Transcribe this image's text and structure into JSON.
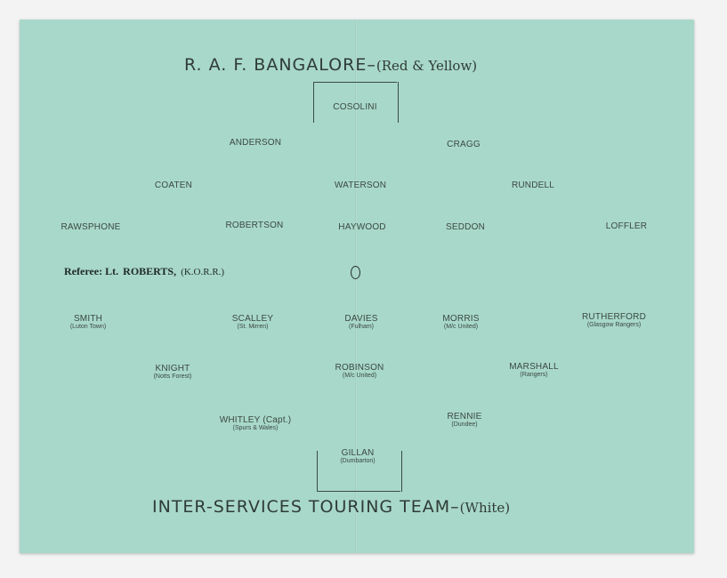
{
  "home_team": {
    "name": "R. A. F.  BANGALORE–",
    "colours": "(Red & Yellow)",
    "players": [
      {
        "id": "goalkeeper",
        "name": "COSOLINI"
      },
      {
        "id": "left-back",
        "name": "ANDERSON"
      },
      {
        "id": "right-back",
        "name": "CRAGG"
      },
      {
        "id": "left-half",
        "name": "COATEN"
      },
      {
        "id": "centre-half",
        "name": "WATERSON"
      },
      {
        "id": "right-half",
        "name": "RUNDELL"
      },
      {
        "id": "outside-right",
        "name": "RAWSPHONE"
      },
      {
        "id": "inside-right",
        "name": "ROBERTSON"
      },
      {
        "id": "centre-forward",
        "name": "HAYWOOD"
      },
      {
        "id": "inside-left",
        "name": "SEDDON"
      },
      {
        "id": "outside-left",
        "name": "LOFFLER"
      }
    ]
  },
  "referee": {
    "label": "Referee: Lt.",
    "name": "ROBERTS,",
    "unit": "(K.O.R.R.)"
  },
  "away_team": {
    "name": "INTER-SERVICES  TOURING  TEAM–",
    "colours": "(White)",
    "players": [
      {
        "id": "outside-left",
        "name": "SMITH",
        "club": "(Luton Town)"
      },
      {
        "id": "inside-left",
        "name": "SCALLEY",
        "club": "(St. Mirren)"
      },
      {
        "id": "centre-forward",
        "name": "DAVIES",
        "club": "(Fulham)"
      },
      {
        "id": "inside-right",
        "name": "MORRIS",
        "club": "(M/c United)"
      },
      {
        "id": "outside-right",
        "name": "RUTHERFORD",
        "club": "(Glasgow Rangers)"
      },
      {
        "id": "left-half",
        "name": "KNIGHT",
        "club": "(Notts Forest)"
      },
      {
        "id": "centre-half",
        "name": "ROBINSON",
        "club": "(M/c United)"
      },
      {
        "id": "right-half",
        "name": "MARSHALL",
        "club": "(Rangers)"
      },
      {
        "id": "left-back",
        "name": "WHITLEY (Capt.)",
        "club": "(Spurs & Wales)"
      },
      {
        "id": "right-back",
        "name": "RENNIE",
        "club": "(Dundee)"
      },
      {
        "id": "goalkeeper",
        "name": "GILLAN",
        "club": "(Dumbarton)"
      }
    ]
  },
  "colors": {
    "paper": "#a8d8c9",
    "ink": "#3b4843"
  }
}
